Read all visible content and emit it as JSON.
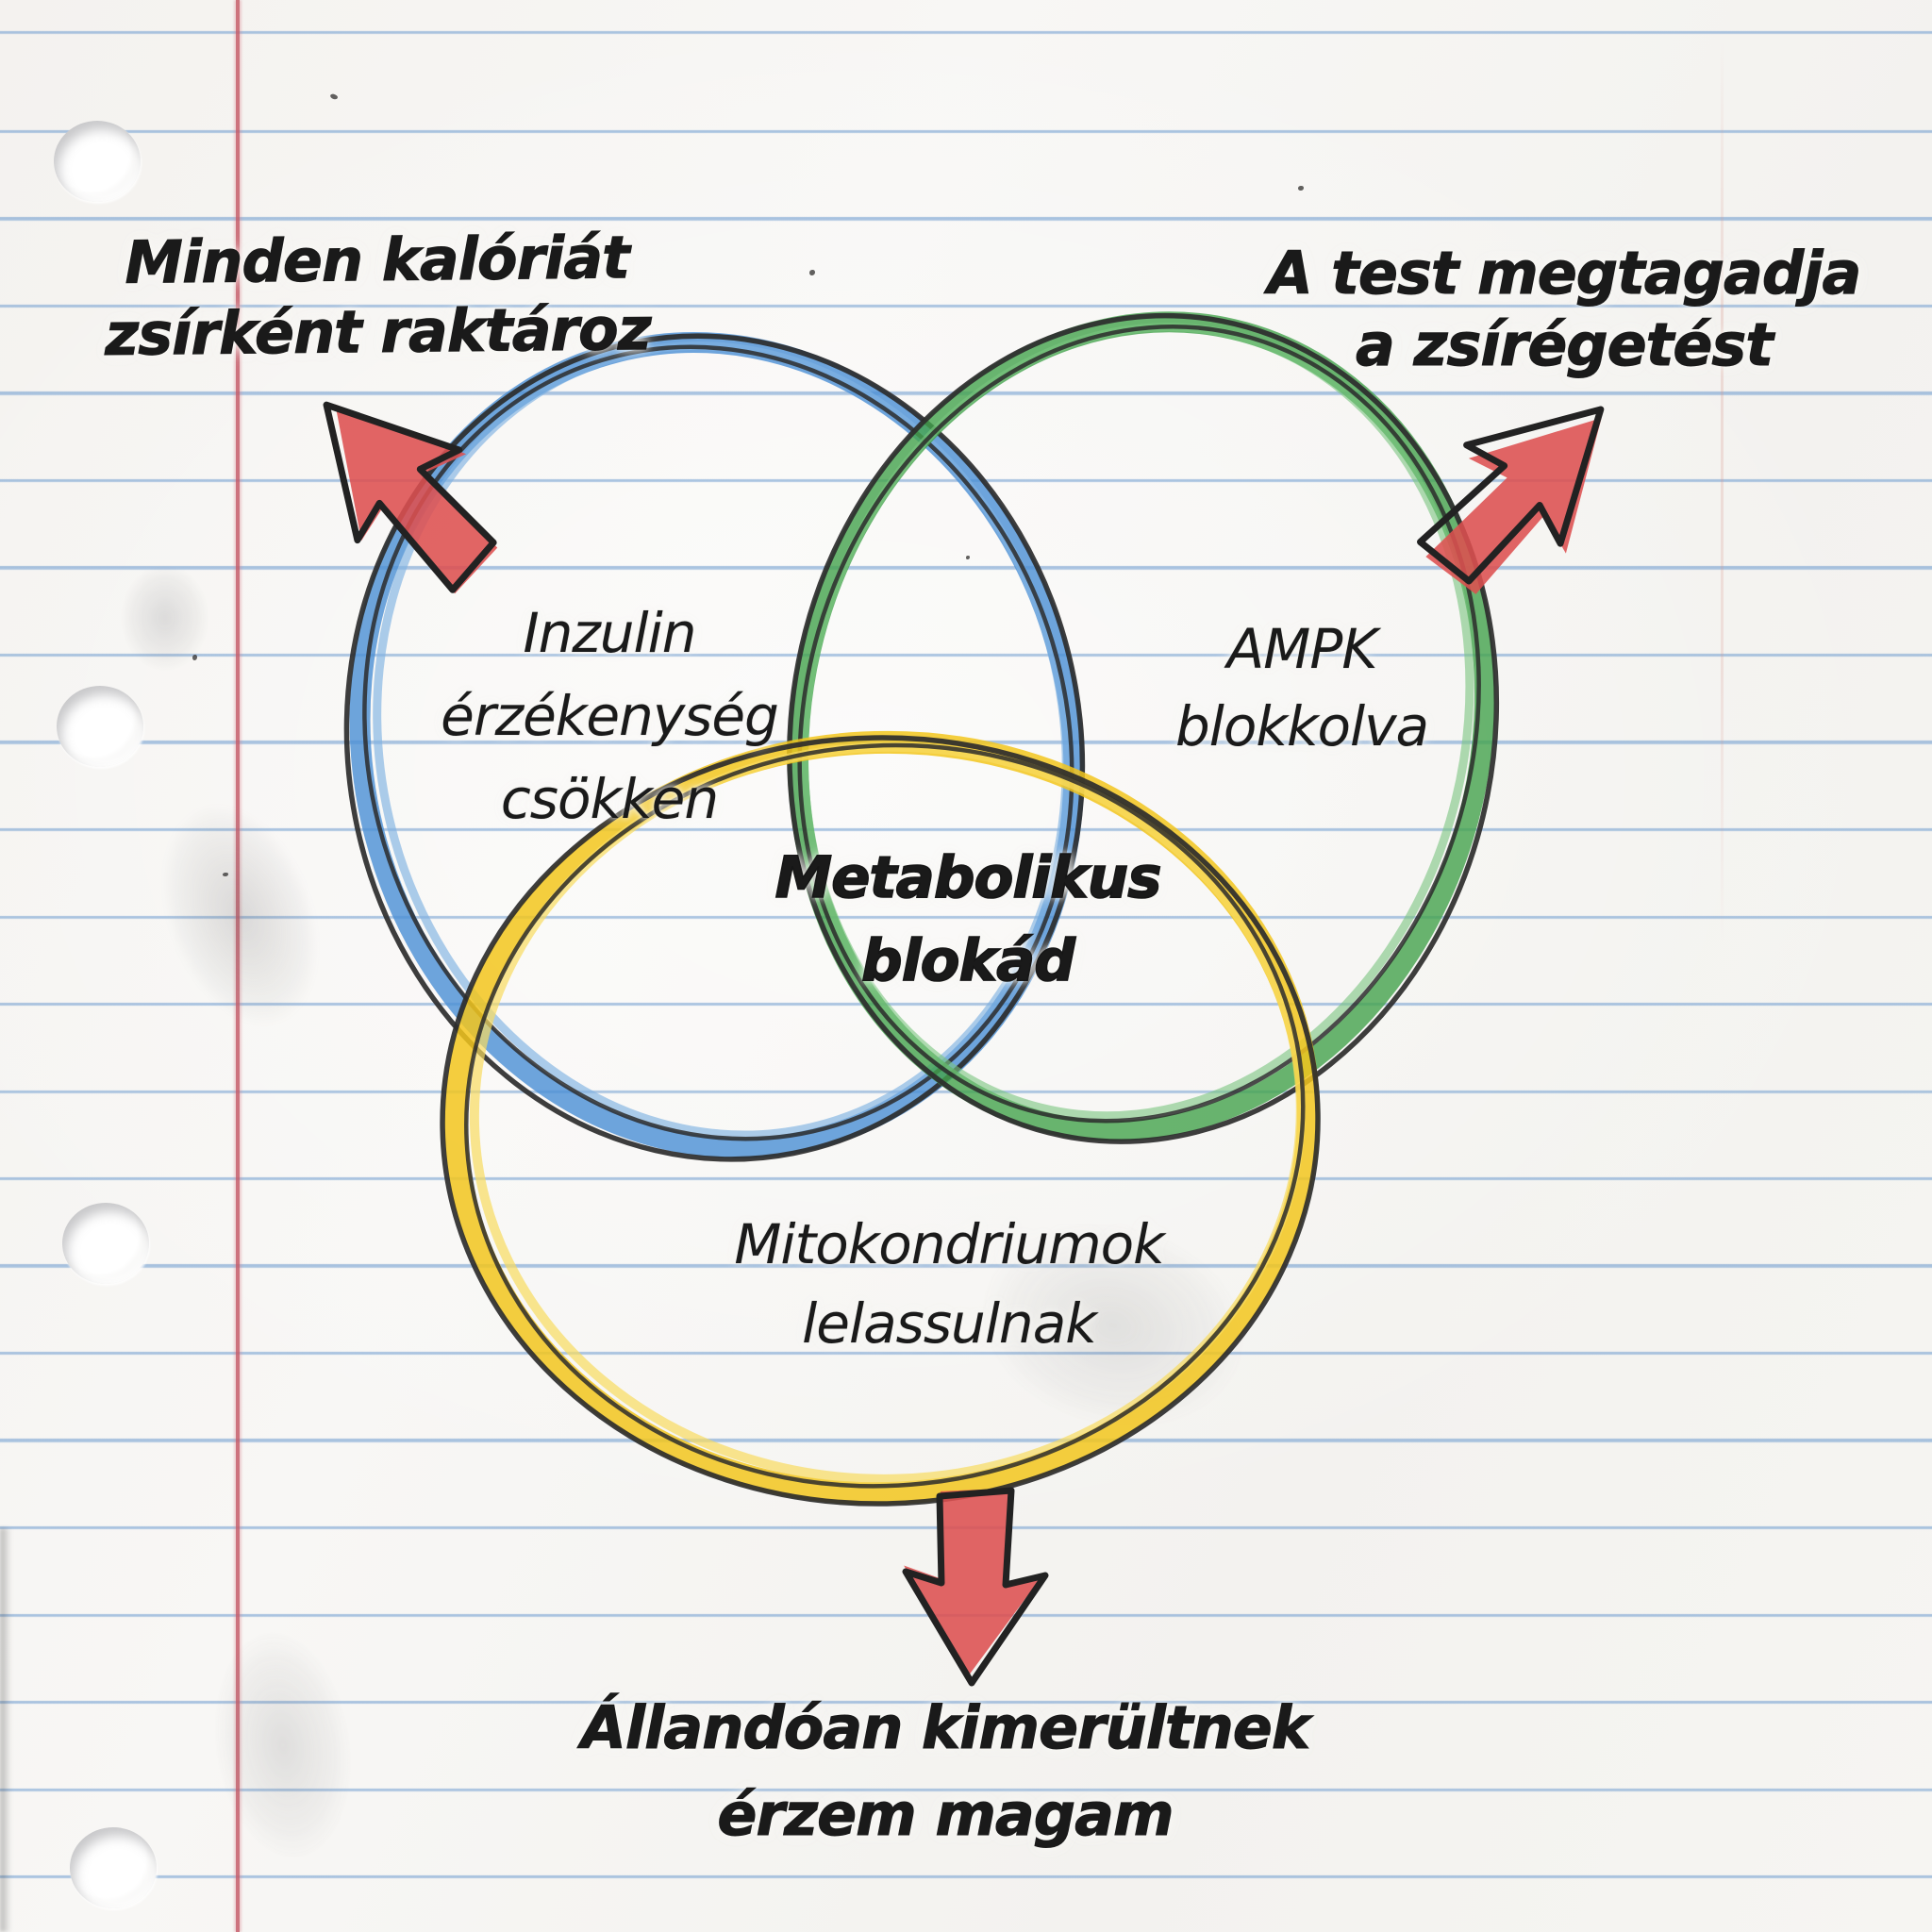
{
  "paper": {
    "type": "lined-notebook-page",
    "rule_color": "#6899cf",
    "margin_line_color": "#c55c68",
    "hole_count": 4,
    "ink_color": "#1a1a1a"
  },
  "venn": {
    "center_label": {
      "lines": [
        "Metabolikus",
        "blokád"
      ]
    },
    "circles": [
      {
        "name": "insulin-circle",
        "color": "#4a8fd4",
        "label_lines": [
          "Inzulin",
          "érzékenység",
          "csökken"
        ]
      },
      {
        "name": "ampk-circle",
        "color": "#44a24c",
        "label_lines": [
          "AMPK",
          "blokkolva"
        ]
      },
      {
        "name": "mitochondria-circle",
        "color": "#f2c51d",
        "label_lines": [
          "Mitokondriumok",
          "lelassulnak"
        ]
      }
    ],
    "callouts": [
      {
        "name": "store-fat",
        "direction": "up-left",
        "lines": [
          "Minden kalóriát",
          "zsírként raktároz"
        ]
      },
      {
        "name": "no-fat-burn",
        "direction": "up-right",
        "lines": [
          "A test megtagadja",
          "a zsírégetést"
        ]
      },
      {
        "name": "exhausted",
        "direction": "down",
        "lines": [
          "Állandóan kimerültnek",
          "érzem magam"
        ]
      }
    ],
    "arrow_color": "#dd5050",
    "outline_color": "#222222"
  }
}
